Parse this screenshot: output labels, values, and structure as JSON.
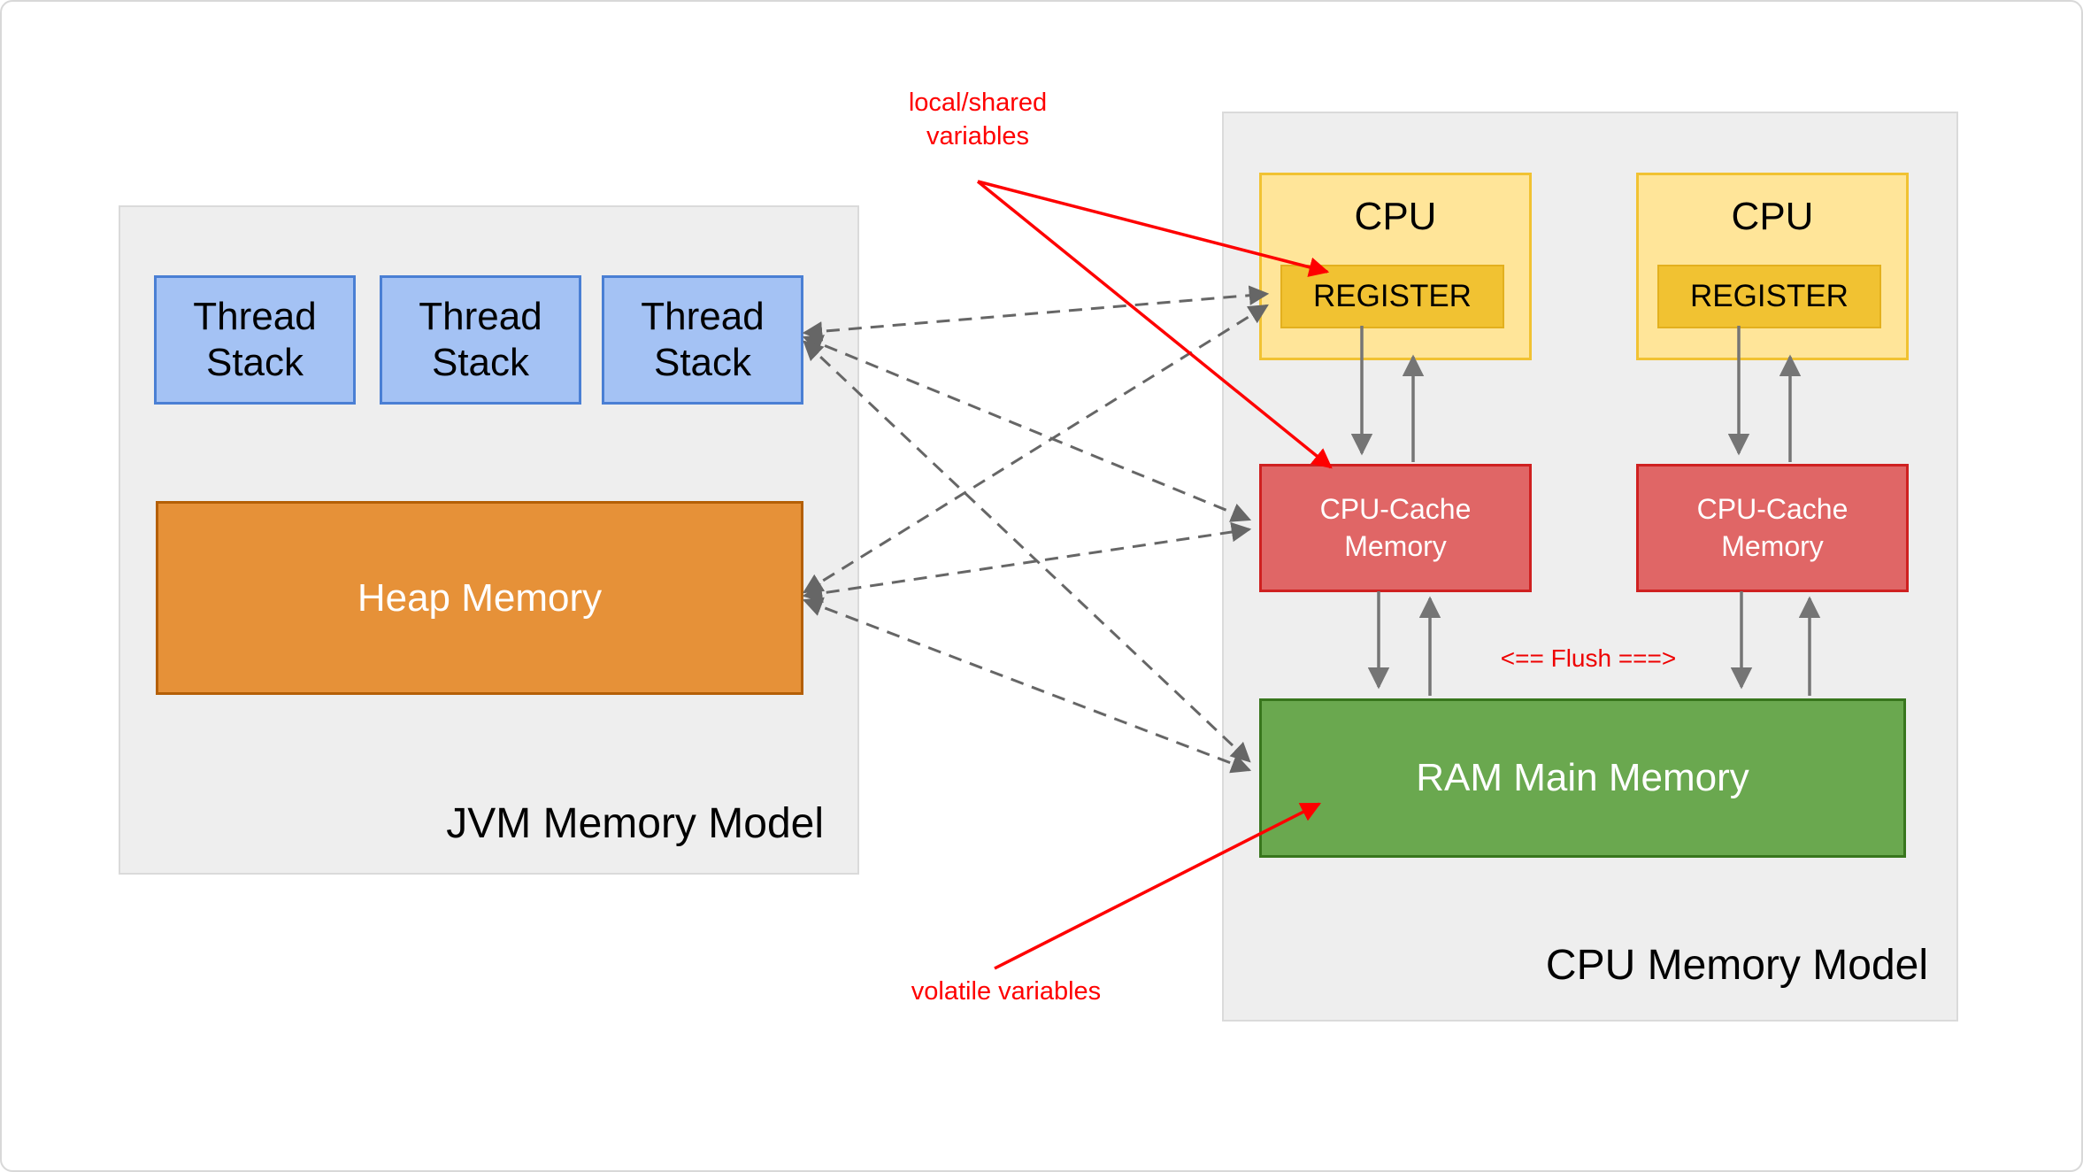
{
  "jvm": {
    "title": "JVM Memory Model",
    "thread_stacks": [
      "Thread Stack",
      "Thread Stack",
      "Thread Stack"
    ],
    "heap_label": "Heap Memory"
  },
  "cpu": {
    "title": "CPU Memory Model",
    "columns": [
      {
        "cpu_label": "CPU",
        "register_label": "REGISTER",
        "cache_label": "CPU-Cache Memory"
      },
      {
        "cpu_label": "CPU",
        "register_label": "REGISTER",
        "cache_label": "CPU-Cache Memory"
      }
    ],
    "ram_label": "RAM Main Memory",
    "flush_label": "<== Flush ===>"
  },
  "annotations": {
    "local_shared": "local/shared variables",
    "volatile": "volatile variables"
  },
  "edges": [
    {
      "from": "thread-stack-3",
      "to": "register-1",
      "style": "dashed-double-arrow"
    },
    {
      "from": "thread-stack-3",
      "to": "cpu-cache-1",
      "style": "dashed-double-arrow"
    },
    {
      "from": "thread-stack-3",
      "to": "ram",
      "style": "dashed-double-arrow"
    },
    {
      "from": "heap",
      "to": "register-1",
      "style": "dashed-double-arrow"
    },
    {
      "from": "heap",
      "to": "cpu-cache-1",
      "style": "dashed-double-arrow"
    },
    {
      "from": "heap",
      "to": "ram",
      "style": "dashed-double-arrow"
    },
    {
      "from": "cpu-1",
      "to": "cpu-cache-1",
      "style": "solid-gray-down"
    },
    {
      "from": "cpu-cache-1",
      "to": "cpu-1",
      "style": "solid-gray-up"
    },
    {
      "from": "cpu-cache-1",
      "to": "ram",
      "style": "solid-gray-down"
    },
    {
      "from": "ram",
      "to": "cpu-cache-1",
      "style": "solid-gray-up"
    },
    {
      "from": "cpu-2",
      "to": "cpu-cache-2",
      "style": "solid-gray-down"
    },
    {
      "from": "cpu-cache-2",
      "to": "cpu-2",
      "style": "solid-gray-up"
    },
    {
      "from": "cpu-cache-2",
      "to": "ram",
      "style": "solid-gray-down"
    },
    {
      "from": "ram",
      "to": "cpu-cache-2",
      "style": "solid-gray-up"
    },
    {
      "from": "local-shared-label",
      "to": "register-1",
      "style": "red-arrow"
    },
    {
      "from": "local-shared-label",
      "to": "cpu-cache-1",
      "style": "red-arrow"
    },
    {
      "from": "volatile-label",
      "to": "ram",
      "style": "red-arrow"
    }
  ],
  "colors": {
    "panel_fill": "#eeeeee",
    "panel_border": "#dadada",
    "thread_fill": "#a4c2f4",
    "thread_border": "#4a7fd4",
    "heap_fill": "#e69138",
    "heap_border": "#b45f06",
    "cpu_fill": "#ffe599",
    "cpu_border": "#f1c232",
    "register_fill": "#f1c232",
    "cache_fill": "#e06666",
    "cache_border": "#cf2020",
    "ram_fill": "#6aa84f",
    "ram_border": "#38761d",
    "annotation_red": "#fe0000",
    "arrow_gray": "#757575",
    "dashed_gray": "#666666"
  }
}
